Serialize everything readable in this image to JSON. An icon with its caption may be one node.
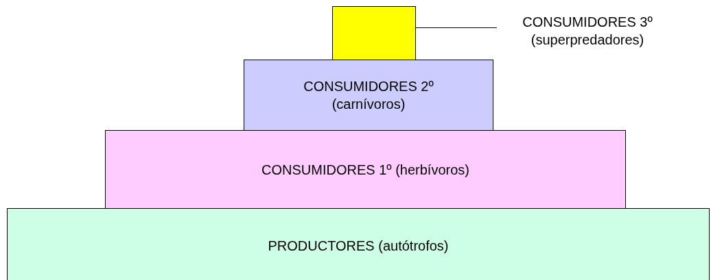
{
  "diagram": {
    "nodes": [
      {
        "text": [],
        "shape": "box"
      },
      {
        "text": [
          "CONSUMIDORES 3º (superpredadores)"
        ]
      },
      {
        "text": [
          "CONSUMIDORES 2º (carnívoros)"
        ]
      },
      {
        "text": [
          "CONSUMIDORES 1º (herbívoros)"
        ]
      },
      {
        "text": [
          "PRODUCTORES (autótrofos)"
        ]
      }
    ],
    "edges": [
      {
        "from": 1,
        "to": 0,
        "arrow": "none"
      }
    ]
  }
}
